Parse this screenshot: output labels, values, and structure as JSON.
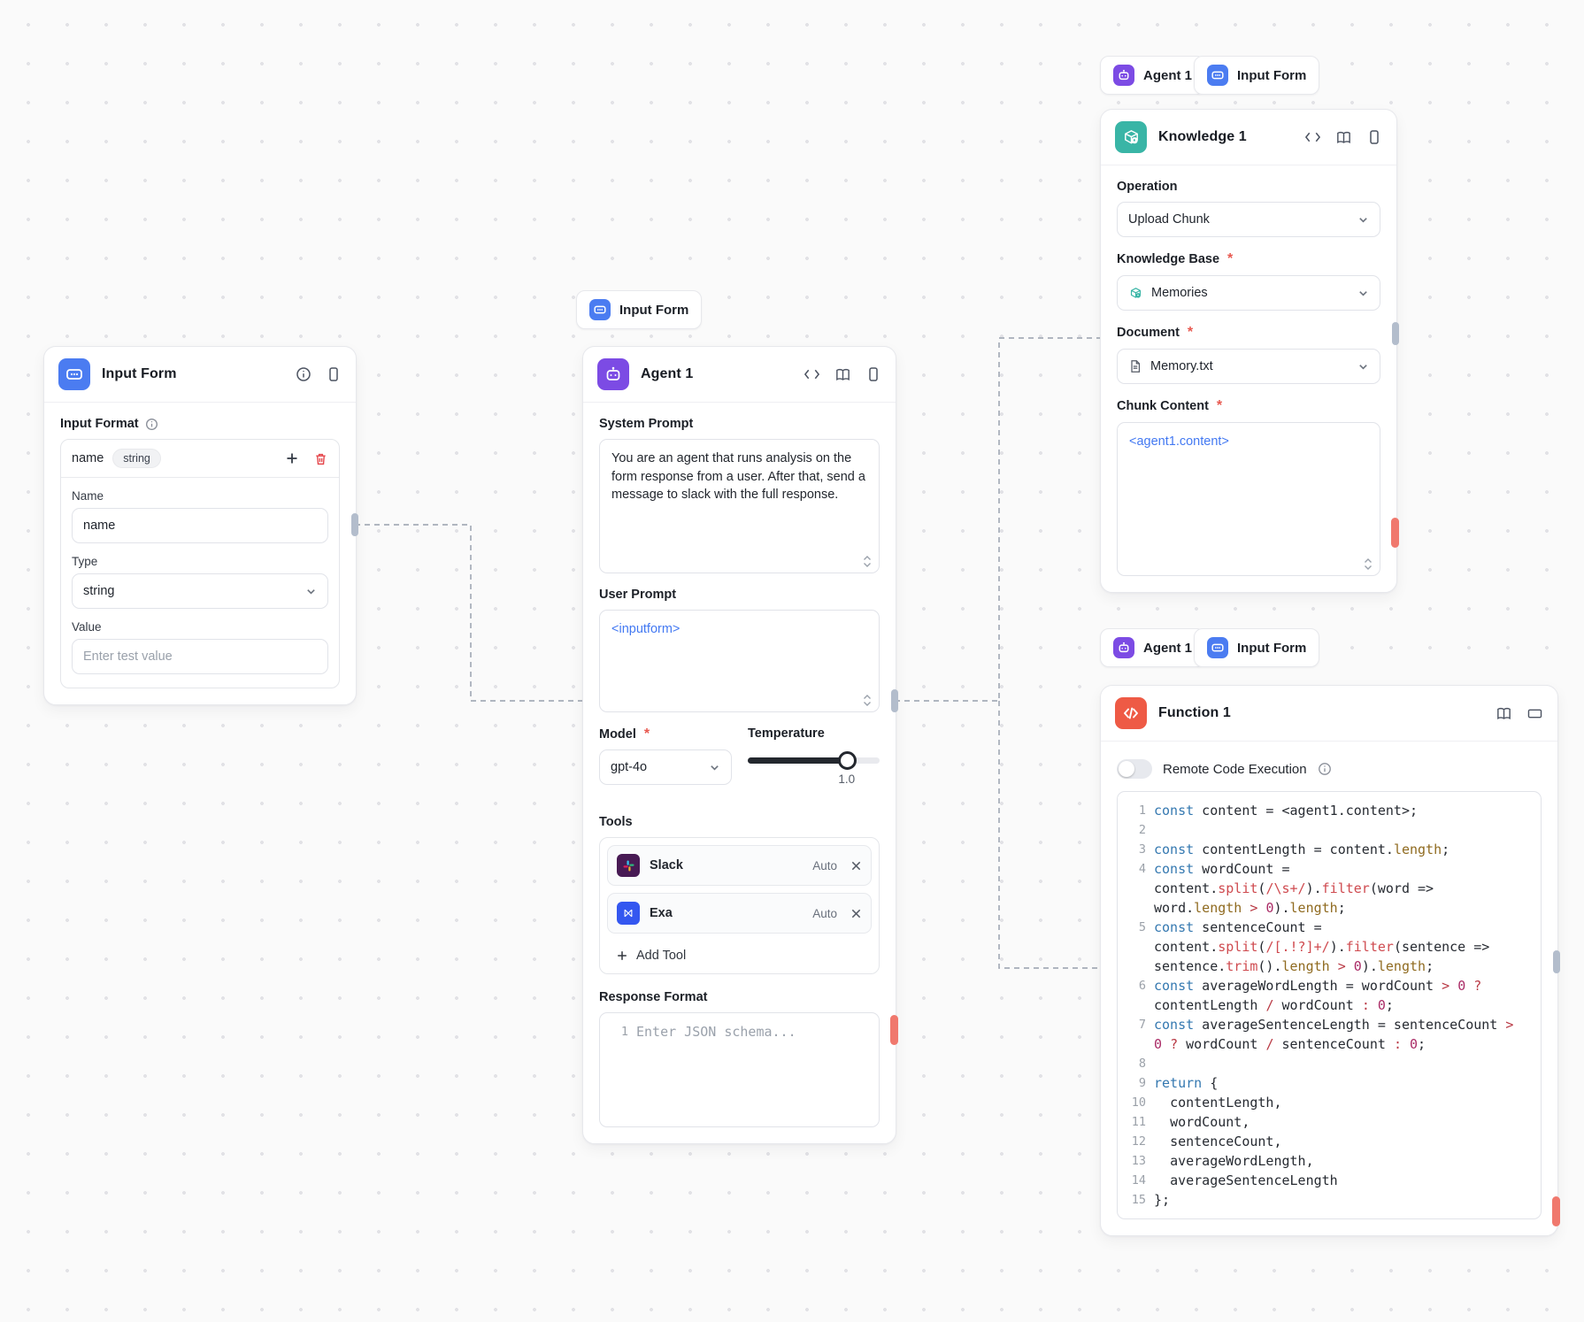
{
  "colors": {
    "input_form_accent": "#4b7cf1",
    "agent_accent": "#7c4be4",
    "knowledge_accent": "#39b5a6",
    "function_accent": "#ee5a45",
    "template_text": "#4379f2",
    "required_asterisk": "#e8584f",
    "handle_gray": "#b3bdcc",
    "handle_red": "#f0786d",
    "code_keyword": "#3478b0",
    "code_function": "#cf4a4f",
    "code_number": "#aa2b66",
    "code_property": "#8f6a1f"
  },
  "chips": {
    "above_agent": {
      "label": "Input Form"
    },
    "above_knowledge": [
      {
        "label": "Agent 1"
      },
      {
        "label": "Input Form"
      }
    ],
    "above_function": [
      {
        "label": "Agent 1"
      },
      {
        "label": "Input Form"
      }
    ]
  },
  "input_form_node": {
    "title": "Input Form",
    "input_format_label": "Input Format",
    "field_group": {
      "name": "name",
      "type_badge": "string"
    },
    "name_label": "Name",
    "name_value": "name",
    "type_label": "Type",
    "type_value": "string",
    "value_label": "Value",
    "value_placeholder": "Enter test value"
  },
  "agent_node": {
    "title": "Agent 1",
    "system_prompt_label": "System Prompt",
    "system_prompt_value": "You are an agent that runs analysis on the form response from a user. After that, send a message to slack with the full response.",
    "user_prompt_label": "User Prompt",
    "user_prompt_value": "<inputform>",
    "model_label": "Model",
    "model_value": "gpt-4o",
    "temperature_label": "Temperature",
    "temperature_value": "1.0",
    "temperature_percent": 75,
    "tools_label": "Tools",
    "tools": [
      {
        "name": "Slack",
        "mode": "Auto"
      },
      {
        "name": "Exa",
        "mode": "Auto"
      }
    ],
    "add_tool_label": "Add Tool",
    "response_format_label": "Response Format",
    "response_line_number": "1",
    "response_placeholder": "Enter JSON schema..."
  },
  "knowledge_node": {
    "title": "Knowledge 1",
    "operation_label": "Operation",
    "operation_value": "Upload Chunk",
    "knowledge_base_label": "Knowledge Base",
    "knowledge_base_value": "Memories",
    "document_label": "Document",
    "document_value": "Memory.txt",
    "chunk_content_label": "Chunk Content",
    "chunk_content_value": "<agent1.content>"
  },
  "function_node": {
    "title": "Function 1",
    "toggle_label": "Remote Code Execution",
    "toggle_on": false,
    "code": {
      "lines": [
        {
          "n": "1",
          "seg": [
            [
              "k",
              "const"
            ],
            [
              "d",
              " content = <agent1.content>;"
            ]
          ]
        },
        {
          "n": "2",
          "seg": []
        },
        {
          "n": "3",
          "seg": [
            [
              "k",
              "const"
            ],
            [
              "d",
              " contentLength = content."
            ],
            [
              "p",
              "length"
            ],
            [
              "d",
              ";"
            ]
          ]
        },
        {
          "n": "4",
          "seg": [
            [
              "k",
              "const"
            ],
            [
              "d",
              " wordCount = content."
            ],
            [
              "f",
              "split"
            ],
            [
              "d",
              "("
            ],
            [
              "r",
              "/\\s+/"
            ],
            [
              "d",
              ")."
            ],
            [
              "f",
              "filter"
            ],
            [
              "d",
              "(word => word."
            ],
            [
              "p",
              "length"
            ],
            [
              "d",
              " "
            ],
            [
              "x",
              ">"
            ],
            [
              "d",
              " "
            ],
            [
              "n",
              "0"
            ],
            [
              "d",
              ")."
            ],
            [
              "p",
              "length"
            ],
            [
              "d",
              ";"
            ]
          ]
        },
        {
          "n": "5",
          "seg": [
            [
              "k",
              "const"
            ],
            [
              "d",
              " sentenceCount = content."
            ],
            [
              "f",
              "split"
            ],
            [
              "d",
              "("
            ],
            [
              "r",
              "/[.!?]+/"
            ],
            [
              "d",
              ")."
            ],
            [
              "f",
              "filter"
            ],
            [
              "d",
              "(sentence => sentence."
            ],
            [
              "f",
              "trim"
            ],
            [
              "d",
              "()."
            ],
            [
              "p",
              "length"
            ],
            [
              "d",
              " "
            ],
            [
              "x",
              ">"
            ],
            [
              "d",
              " "
            ],
            [
              "n",
              "0"
            ],
            [
              "d",
              ")."
            ],
            [
              "p",
              "length"
            ],
            [
              "d",
              ";"
            ]
          ]
        },
        {
          "n": "6",
          "seg": [
            [
              "k",
              "const"
            ],
            [
              "d",
              " averageWordLength = wordCount "
            ],
            [
              "x",
              ">"
            ],
            [
              "d",
              " "
            ],
            [
              "n",
              "0"
            ],
            [
              "d",
              " "
            ],
            [
              "x",
              "?"
            ],
            [
              "d",
              " contentLength "
            ],
            [
              "x",
              "/"
            ],
            [
              "d",
              " wordCount "
            ],
            [
              "x",
              ":"
            ],
            [
              "d",
              " "
            ],
            [
              "n",
              "0"
            ],
            [
              "d",
              ";"
            ]
          ]
        },
        {
          "n": "7",
          "seg": [
            [
              "k",
              "const"
            ],
            [
              "d",
              " averageSentenceLength = sentenceCount "
            ],
            [
              "x",
              ">"
            ],
            [
              "d",
              " "
            ],
            [
              "n",
              "0"
            ],
            [
              "d",
              " "
            ],
            [
              "x",
              "?"
            ],
            [
              "d",
              " wordCount "
            ],
            [
              "x",
              "/"
            ],
            [
              "d",
              " sentenceCount "
            ],
            [
              "x",
              ":"
            ],
            [
              "d",
              " "
            ],
            [
              "n",
              "0"
            ],
            [
              "d",
              ";"
            ]
          ]
        },
        {
          "n": "8",
          "seg": []
        },
        {
          "n": "9",
          "seg": [
            [
              "k",
              "return"
            ],
            [
              "d",
              " {"
            ]
          ]
        },
        {
          "n": "10",
          "seg": [
            [
              "d",
              "  contentLength,"
            ]
          ]
        },
        {
          "n": "11",
          "seg": [
            [
              "d",
              "  wordCount,"
            ]
          ]
        },
        {
          "n": "12",
          "seg": [
            [
              "d",
              "  sentenceCount,"
            ]
          ]
        },
        {
          "n": "13",
          "seg": [
            [
              "d",
              "  averageWordLength,"
            ]
          ]
        },
        {
          "n": "14",
          "seg": [
            [
              "d",
              "  averageSentenceLength"
            ]
          ]
        },
        {
          "n": "15",
          "seg": [
            [
              "d",
              "};"
            ]
          ]
        }
      ]
    }
  }
}
